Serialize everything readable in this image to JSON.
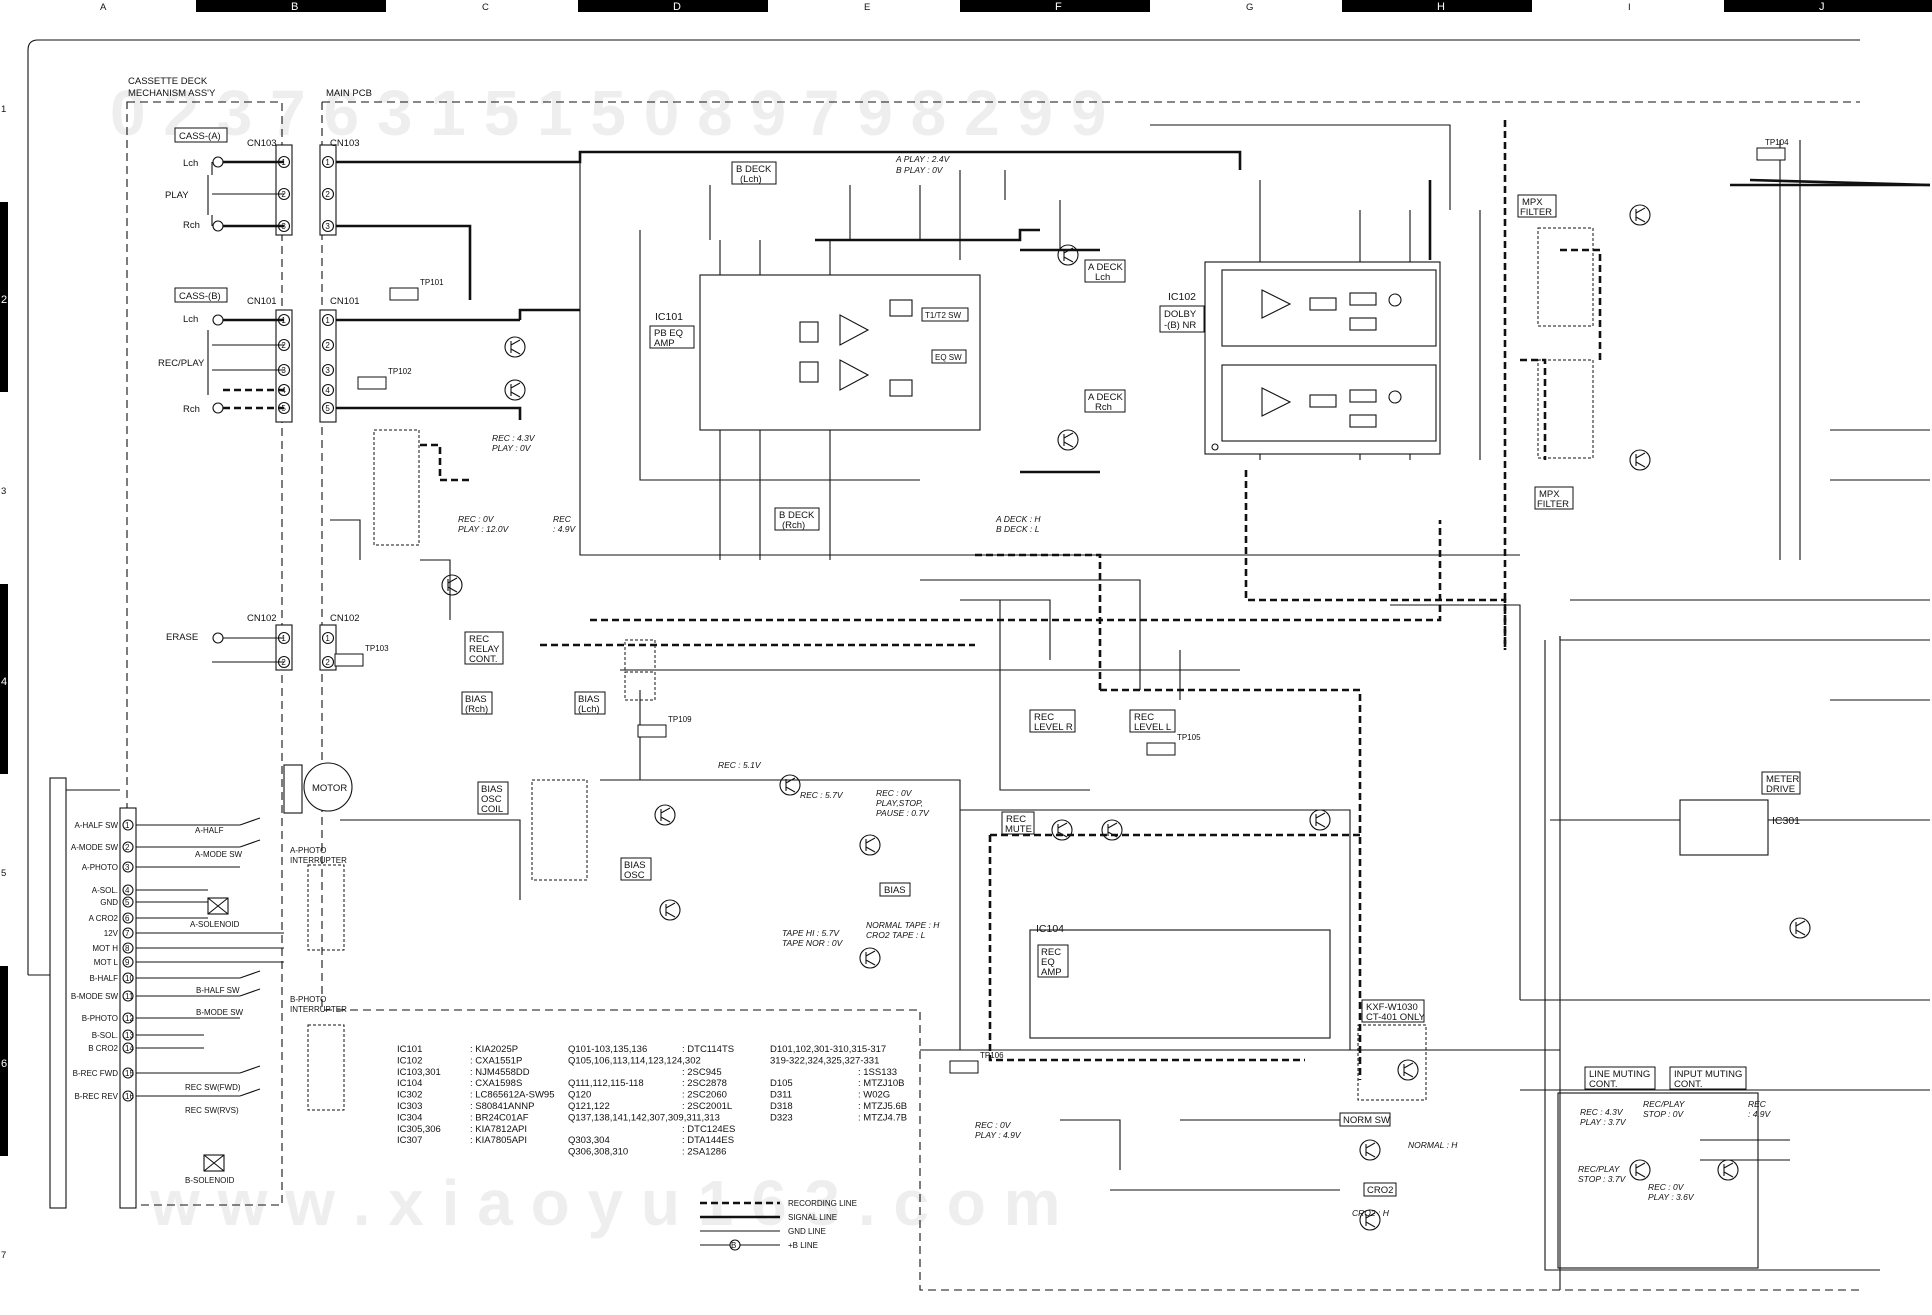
{
  "grid": {
    "cols": [
      "A",
      "B",
      "C",
      "D",
      "E",
      "F",
      "G",
      "H",
      "I",
      "J"
    ],
    "rows": [
      "1",
      "2",
      "3",
      "4",
      "5",
      "6",
      "7"
    ]
  },
  "sections": {
    "deck": "CASSETTE DECK\nMECHANISM ASS'Y",
    "deck_l1": "CASSETTE DECK",
    "deck_l2": "MECHANISM ASS'Y",
    "main": "MAIN PCB"
  },
  "inputs": {
    "cass_a": "CASS-(A)",
    "cass_b": "CASS-(B)",
    "lch": "Lch",
    "rch": "Rch",
    "play": "PLAY",
    "recplay": "REC/PLAY",
    "erase": "ERASE",
    "motor": "MOTOR"
  },
  "connectors": [
    "CN103",
    "CN101",
    "CN102"
  ],
  "test_points": [
    "TP101",
    "TP102",
    "TP103",
    "TP104",
    "TP105",
    "TP106",
    "TP109"
  ],
  "blocks": {
    "b_deck_l": [
      "B DECK",
      "(Lch)"
    ],
    "b_deck_r": [
      "B DECK",
      "(Rch)"
    ],
    "ic101": [
      "IC101",
      "PB EQ",
      "AMP"
    ],
    "t1t2": "T1/T2 SW",
    "eq_sw": "EQ SW",
    "a_deck_l": [
      "A DECK",
      "Lch"
    ],
    "a_deck_r": [
      "A DECK",
      "Rch"
    ],
    "ic102": [
      "IC102",
      "DOLBY",
      "-(B) NR"
    ],
    "mpx1": [
      "MPX",
      "FILTER"
    ],
    "mpx2": [
      "MPX",
      "FILTER"
    ],
    "rec_relay": [
      "REC",
      "RELAY",
      "CONT."
    ],
    "bias_rch": [
      "BIAS",
      "(Rch)"
    ],
    "bias_lch": [
      "BIAS",
      "(Lch)"
    ],
    "bias_osc_coil": [
      "BIAS",
      "OSC",
      "COIL"
    ],
    "bias_osc": [
      "BIAS",
      "OSC"
    ],
    "bias": "BIAS",
    "rec_level_r": [
      "REC",
      "LEVEL R"
    ],
    "rec_level_l": [
      "REC",
      "LEVEL L"
    ],
    "rec_mute": [
      "REC",
      "MUTE"
    ],
    "ic104": [
      "IC104",
      "REC",
      "EQ",
      "AMP"
    ],
    "kxf": [
      "KXF-W1030",
      "CT-401 ONLY"
    ],
    "norm_sw": "NORM SW",
    "cro2": "CRO2",
    "meter_drive": [
      "METER",
      "DRIVE"
    ],
    "ic301": "IC301",
    "line_muting": [
      "LINE MUTING",
      "CONT."
    ],
    "input_muting": [
      "INPUT MUTING",
      "CONT."
    ]
  },
  "mech": {
    "pins": [
      "A-HALF SW",
      "A-MODE SW",
      "A-PHOTO",
      "A-SOL.",
      "GND",
      "A CRO2",
      "12V",
      "MOT H",
      "MOT L",
      "B-HALF",
      "B-MODE SW",
      "B-PHOTO",
      "B-SOL.",
      "B CRO2",
      "B-REC FWD",
      "B-REC REV"
    ],
    "labels": [
      "A-HALF",
      "A-MODE SW",
      "A-PHOTO\nINTERRUPTER",
      "A-SOLENOID",
      "B-HALF SW",
      "B-MODE SW",
      "B-PHOTO\nINTERRUPTER",
      "REC SW(FWD)",
      "REC SW(RVS)",
      "B-SOLENOID"
    ]
  },
  "notes": {
    "a_play": "A PLAY : 2.4V",
    "b_play": "B PLAY : 0V",
    "rec43": "REC : 4.3V",
    "play0": "PLAY : 0V",
    "rec0": "REC : 0V",
    "play12": "PLAY : 12.0V",
    "rec49": "REC : 4.9V",
    "rec51": "REC : 5.1V",
    "rec57": "REC : 5.7V",
    "rec0b": "REC : 0V",
    "playstop": "PLAY,STOP,",
    "pause": "PAUSE : 0.7V",
    "norm_tape": "NORMAL TAPE : H",
    "cro2_tape": "CRO2 TAPE : L",
    "tape_hi": "TAPE HI    : 5.7V",
    "tape_nor": "TAPE NOR : 0V",
    "a_deck_h": "A DECK : H",
    "b_deck_l": "B DECK : L",
    "rec0c": "REC  : 0V",
    "play49": "PLAY : 4.9V",
    "normal_h": "NORMAL : H",
    "cro2_h": "CRO2 : H",
    "rec43b": "REC    : 4.3V",
    "play37": "PLAY : 3.7V",
    "recplay": "REC/PLAY",
    "stop0": "STOP : 0V",
    "recplay2": "REC/PLAY",
    "stop37": "STOP : 3.7V",
    "rec0d": "REC   : 0V",
    "play36": "PLAY : 3.6V",
    "rec49b": "REC",
    "v49": ": 4.9V"
  },
  "parts_list": {
    "col1": [
      [
        "IC101",
        ": KIA2025P"
      ],
      [
        "IC102",
        ": CXA1551P"
      ],
      [
        "IC103,301",
        ": NJM4558DD"
      ],
      [
        "IC104",
        ": CXA1598S"
      ],
      [
        "IC302",
        ": LC865612A-SW95"
      ],
      [
        "IC303",
        ": S80841ANNP"
      ],
      [
        "IC304",
        ": BR24C01AF"
      ],
      [
        "IC305,306",
        ": KIA7812API"
      ],
      [
        "IC307",
        ": KIA7805API"
      ]
    ],
    "col2": [
      [
        "Q101-103,135,136",
        ": DTC114TS"
      ],
      [
        "Q105,106,113,114,123,124,302",
        ""
      ],
      [
        "",
        ": 2SC945"
      ],
      [
        "Q111,112,115-118",
        ": 2SC2878"
      ],
      [
        "Q120",
        ": 2SC2060"
      ],
      [
        "Q121,122",
        ": 2SC2001L"
      ],
      [
        "Q137,138,141,142,307,309,311,313",
        ""
      ],
      [
        "",
        ": DTC124ES"
      ],
      [
        "Q303,304",
        ": DTA144ES"
      ],
      [
        "Q306,308,310",
        ": 2SA1286"
      ]
    ],
    "col3": [
      [
        "D101,102,301-310,315-317",
        ""
      ],
      [
        "319-322,324,325,327-331",
        ""
      ],
      [
        "",
        ": 1SS133"
      ],
      [
        "D105",
        ": MTZJ10B"
      ],
      [
        "D311",
        ": W02G"
      ],
      [
        "D318",
        ": MTZJ5.6B"
      ],
      [
        "D323",
        ": MTZJ4.7B"
      ]
    ]
  },
  "legend": [
    {
      "label": "RECORDING LINE"
    },
    {
      "label": "SIGNAL LINE"
    },
    {
      "label": "GND LINE"
    },
    {
      "label": "+B LINE",
      "marker": "B"
    }
  ],
  "watermark_digits": "0 2 3 7 6 3 1 5 1 5 0 8 9 7 9 8 2 9 9",
  "watermark_url": "w w w . x i a o y u 1 6 3 . c o m"
}
